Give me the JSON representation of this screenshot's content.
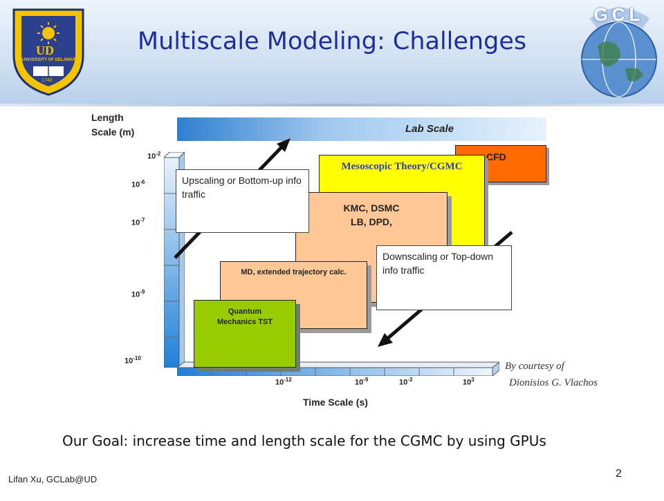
{
  "title": "Multiscale Modeling: Challenges",
  "logos": {
    "university": {
      "name": "UNIVERSITY OF DELAWARE",
      "initials": "UD",
      "year": "1743"
    },
    "lab": {
      "name": "GCL"
    }
  },
  "diagram": {
    "y_axis_label_line1": "Length",
    "y_axis_label_line2": "Scale (m)",
    "x_axis_label": "Time Scale (s)",
    "y_ticks": [
      {
        "base": "10",
        "exp": "-2"
      },
      {
        "base": "10",
        "exp": "-6"
      },
      {
        "base": "10",
        "exp": "-7"
      },
      {
        "base": "10",
        "exp": "-9"
      },
      {
        "base": "10",
        "exp": "-10"
      }
    ],
    "x_ticks": [
      {
        "base": "10",
        "exp": "-12"
      },
      {
        "base": "10",
        "exp": "-9"
      },
      {
        "base": "10",
        "exp": "-3"
      },
      {
        "base": "10",
        "exp": "3"
      }
    ],
    "lab_scale": "Lab Scale",
    "boxes": {
      "cfd": "CFD",
      "mesoscopic": "Mesoscopic Theory/CGMC",
      "kmc_line1": "KMC, DSMC",
      "kmc_line2": "LB, DPD,",
      "md": "MD, extended trajectory calc.",
      "quantum_line1": "Quantum",
      "quantum_line2": "Mechanics TST"
    },
    "notes": {
      "upscaling": "Upscaling  or Bottom-up info traffic",
      "downscaling": "Downscaling  or Top-down info traffic"
    },
    "credit_line1": "By courtesy of",
    "credit_line2": "Dionisios G. Vlachos",
    "colors": {
      "title": "#1f2d9a",
      "cfd": "#ff6a00",
      "mesoscopic": "#ffff00",
      "kmc": "#ffc896",
      "quantum": "#99cc00",
      "axis": "#1e7fd8"
    }
  },
  "goal": "Our Goal: increase time and  length scale for the CGMC by using GPUs",
  "footer": "Lifan Xu, GCLab@UD",
  "page_number": "2"
}
